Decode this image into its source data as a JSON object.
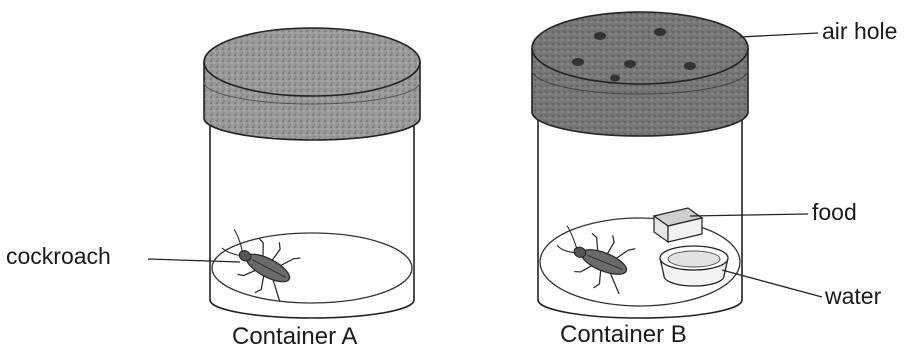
{
  "containers": [
    {
      "caption": "Container A",
      "contents": [
        "cockroach"
      ]
    },
    {
      "caption": "Container B",
      "contents": [
        "cockroach",
        "food",
        "water"
      ]
    }
  ],
  "labels": {
    "cockroach": "cockroach",
    "air_hole": "air hole",
    "food": "food",
    "water": "water"
  },
  "colors": {
    "lid": "#8f8f8f",
    "outline": "#222222",
    "background": "#ffffff"
  }
}
